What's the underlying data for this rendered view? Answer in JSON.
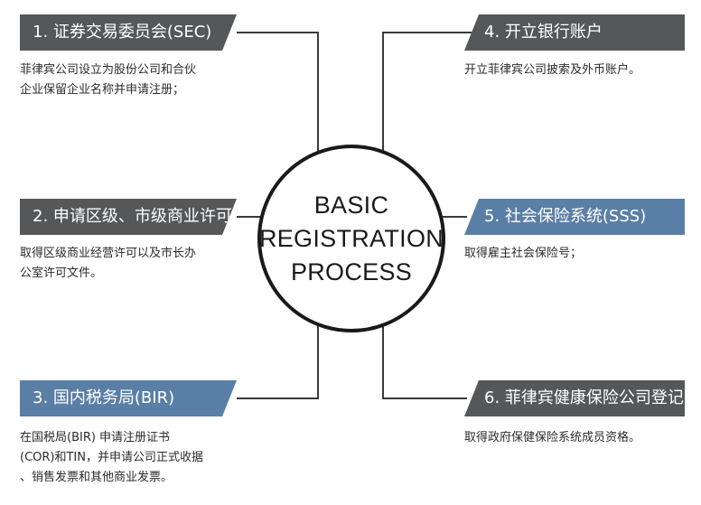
{
  "center": {
    "line1": "BASIC",
    "line2": "REGISTRATION",
    "line3": "PROCESS"
  },
  "colors": {
    "banner_dark": "#555759",
    "banner_blue": "#5a7fa6",
    "circle_border": "#1a1a1a",
    "connector": "#3a3a3a"
  },
  "steps": [
    {
      "title": "1. 证券交易委员会(SEC)",
      "desc": "菲律宾公司设立为股份公司和合伙\n企业保留企业名称并申请注册；"
    },
    {
      "title": "2. 申请区级、市级商业许可",
      "desc": "取得区级商业经营许可以及市长办\n公室许可文件。"
    },
    {
      "title": "3. 国内税务局(BIR)",
      "desc": "在国税局(BIR) 申请注册证书\n(COR)和TIN，并申请公司正式收据\n、销售发票和其他商业发票。"
    },
    {
      "title": "4. 开立银行账户",
      "desc": "开立菲律宾公司披索及外币账户。"
    },
    {
      "title": "5. 社会保险系统(SSS)",
      "desc": "取得雇主社会保险号；"
    },
    {
      "title": "6. 菲律宾健康保险公司登记",
      "desc": "取得政府保健保险系统成员资格。"
    }
  ]
}
